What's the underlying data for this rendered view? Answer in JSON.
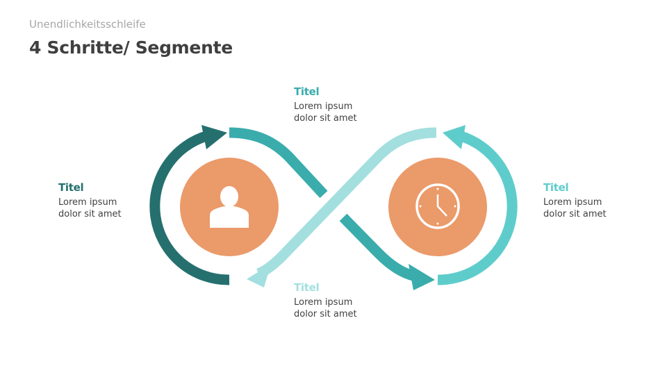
{
  "header": {
    "subtitle": "Unendlichkeitsschleife",
    "title": "4 Schritte/ Segmente"
  },
  "segments": [
    {
      "title": "Titel",
      "line1": "Lorem ipsum",
      "line2": "dolor sit amet",
      "color": "#3aacac"
    },
    {
      "title": "Titel",
      "line1": "Lorem ipsum",
      "line2": "dolor sit amet",
      "color": "#25706f"
    },
    {
      "title": "Titel",
      "line1": "Lorem ipsum",
      "line2": "dolor sit amet",
      "color": "#5fcccc"
    },
    {
      "title": "Titel",
      "line1": "Lorem ipsum",
      "line2": "dolor sit amet",
      "color": "#a3dfdf"
    }
  ],
  "icons": {
    "left": "user-icon",
    "right": "clock-icon"
  },
  "colors": {
    "circle": "#eb9a6a"
  }
}
